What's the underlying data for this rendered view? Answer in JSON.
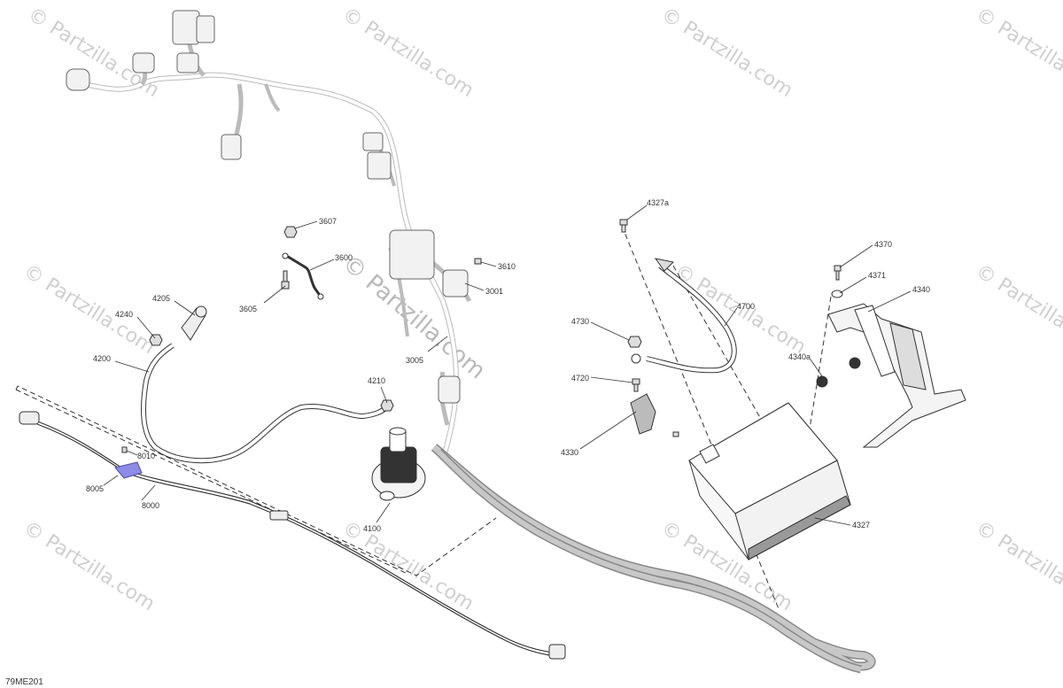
{
  "diagram_id": "79ME201",
  "watermark": "© Partzilla.com",
  "callouts": [
    {
      "id": "c-4327a",
      "label": "4327a"
    },
    {
      "id": "c-3607",
      "label": "3607"
    },
    {
      "id": "c-3600",
      "label": "3600"
    },
    {
      "id": "c-3610",
      "label": "3610"
    },
    {
      "id": "c-3605",
      "label": "3605"
    },
    {
      "id": "c-3001",
      "label": "3001"
    },
    {
      "id": "c-3005",
      "label": "3005"
    },
    {
      "id": "c-4205",
      "label": "4205"
    },
    {
      "id": "c-4240",
      "label": "4240"
    },
    {
      "id": "c-4200",
      "label": "4200"
    },
    {
      "id": "c-4210",
      "label": "4210"
    },
    {
      "id": "c-4100",
      "label": "4100"
    },
    {
      "id": "c-8010",
      "label": "8010"
    },
    {
      "id": "c-8005",
      "label": "8005"
    },
    {
      "id": "c-8000",
      "label": "8000"
    },
    {
      "id": "c-4730",
      "label": "4730"
    },
    {
      "id": "c-4720",
      "label": "4720"
    },
    {
      "id": "c-4330",
      "label": "4330"
    },
    {
      "id": "c-4700",
      "label": "4700"
    },
    {
      "id": "c-4327",
      "label": "4327"
    },
    {
      "id": "c-4370",
      "label": "4370"
    },
    {
      "id": "c-4371",
      "label": "4371"
    },
    {
      "id": "c-4340",
      "label": "4340"
    },
    {
      "id": "c-4340a",
      "label": "4340a"
    }
  ],
  "colors": {
    "line": "#333333",
    "harness": "#9a9a9a",
    "part_fill": "#e6e6e6",
    "battery_cable": "#8a8a8a",
    "highlight_part": "#8c8ce6",
    "watermark": "#cfcfcf"
  }
}
